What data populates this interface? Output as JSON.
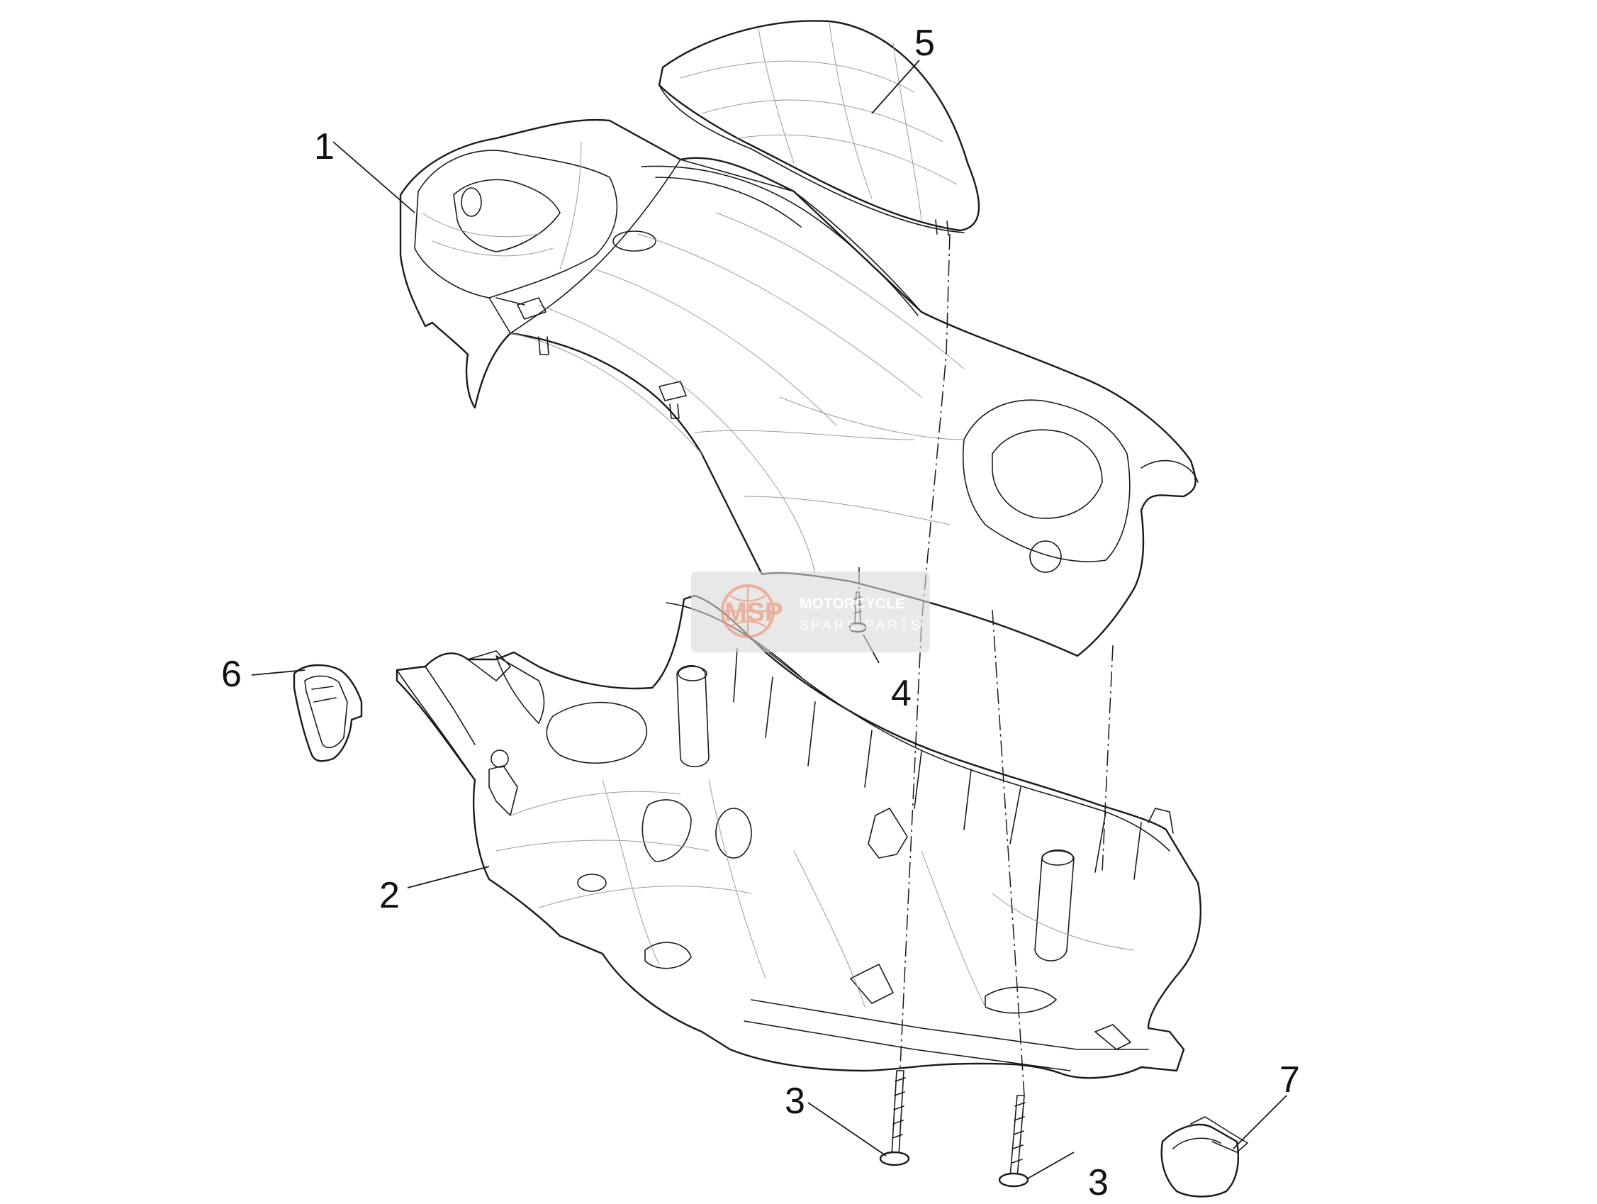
{
  "callouts": [
    {
      "id": "1",
      "label": "1"
    },
    {
      "id": "2",
      "label": "2"
    },
    {
      "id": "3a",
      "label": "3"
    },
    {
      "id": "3b",
      "label": "3"
    },
    {
      "id": "4",
      "label": "4"
    },
    {
      "id": "5",
      "label": "5"
    },
    {
      "id": "6",
      "label": "6"
    },
    {
      "id": "7",
      "label": "7"
    }
  ],
  "watermark": {
    "logo_text": "MSP",
    "line1": "MOTORCYCLE",
    "line2": "SPARE PARTS",
    "colors": {
      "badge": "#d9d9d9",
      "logo": "#e8a38c",
      "text": "#ffffff"
    }
  },
  "colors": {
    "line": "#1a1a1a",
    "mesh": "#9a9a9a",
    "background": "#ffffff"
  }
}
